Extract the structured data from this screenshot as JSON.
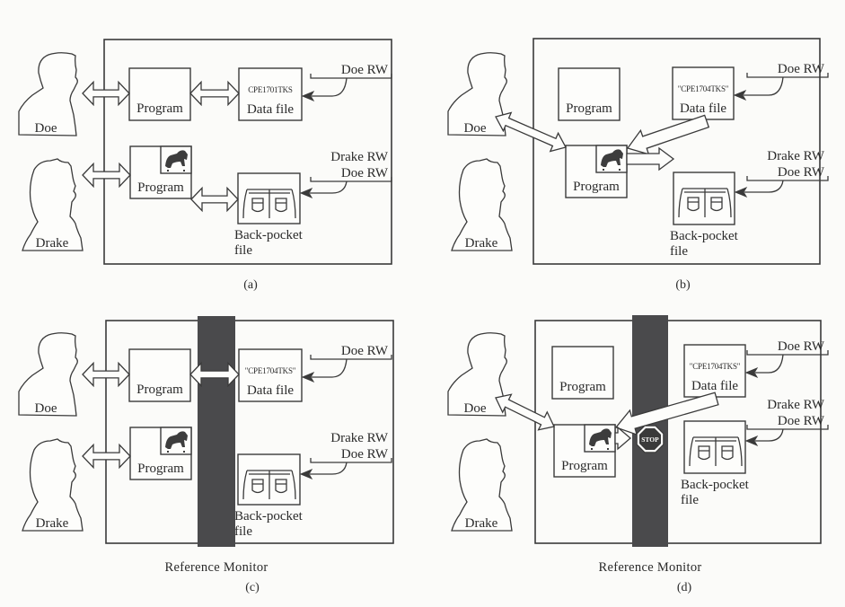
{
  "figure": {
    "description": "Reference monitor illustration: Trojan horse program copying classified data",
    "panels": [
      {
        "id": "a",
        "caption": "(a)",
        "has_reference_monitor": false,
        "reference_monitor_label": "",
        "users": [
          {
            "name": "Doe"
          },
          {
            "name": "Drake"
          }
        ],
        "programs": [
          {
            "label": "Program",
            "has_trojan_icon": false
          },
          {
            "label": "Program",
            "has_trojan_icon": true
          }
        ],
        "data_file": {
          "content": "CPE1701TKS",
          "label": "Data file",
          "acl": [
            "Doe RW"
          ]
        },
        "back_pocket_file": {
          "label_line1": "Back-pocket",
          "label_line2": "file",
          "acl": [
            "Drake RW",
            "Doe RW"
          ]
        },
        "flows": [
          "Doe <-> Program",
          "Program <-> Data file",
          "Drake <-> Program (trojan)",
          "Program (trojan) <-> Back-pocket file"
        ],
        "blocked": false
      },
      {
        "id": "b",
        "caption": "(b)",
        "has_reference_monitor": false,
        "reference_monitor_label": "",
        "users": [
          {
            "name": "Doe"
          },
          {
            "name": "Drake"
          }
        ],
        "programs": [
          {
            "label": "Program",
            "has_trojan_icon": false
          },
          {
            "label": "Program",
            "has_trojan_icon": true
          }
        ],
        "data_file": {
          "content": "\"CPE1704TKS\"",
          "label": "Data file",
          "acl": [
            "Doe RW"
          ]
        },
        "back_pocket_file": {
          "label_line1": "Back-pocket",
          "label_line2": "file",
          "acl": [
            "Drake RW",
            "Doe RW"
          ]
        },
        "flows": [
          "Doe <-> Program (trojan)",
          "Data file -> Program (trojan)",
          "Program (trojan) -> Back-pocket file"
        ],
        "blocked": false
      },
      {
        "id": "c",
        "caption": "(c)",
        "has_reference_monitor": true,
        "reference_monitor_label": "Reference  Monitor",
        "users": [
          {
            "name": "Doe"
          },
          {
            "name": "Drake"
          }
        ],
        "programs": [
          {
            "label": "Program",
            "has_trojan_icon": false
          },
          {
            "label": "Program",
            "has_trojan_icon": true
          }
        ],
        "data_file": {
          "content": "\"CPE1704TKS\"",
          "label": "Data file",
          "acl": [
            "Doe RW"
          ]
        },
        "back_pocket_file": {
          "label_line1": "Back-pocket",
          "label_line2": "file",
          "acl": [
            "Drake RW",
            "Doe RW"
          ]
        },
        "flows": [
          "Doe <-> Program",
          "Program <-> Data file (through monitor)",
          "Drake <-> Program (trojan)"
        ],
        "blocked": false
      },
      {
        "id": "d",
        "caption": "(d)",
        "has_reference_monitor": true,
        "reference_monitor_label": "Reference  Monitor",
        "users": [
          {
            "name": "Doe"
          },
          {
            "name": "Drake"
          }
        ],
        "programs": [
          {
            "label": "Program",
            "has_trojan_icon": false
          },
          {
            "label": "Program",
            "has_trojan_icon": true
          }
        ],
        "data_file": {
          "content": "\"CPE1704TKS\"",
          "label": "Data file",
          "acl": [
            "Doe RW"
          ]
        },
        "back_pocket_file": {
          "label_line1": "Back-pocket",
          "label_line2": "file",
          "acl": [
            "Drake RW",
            "Doe RW"
          ]
        },
        "flows": [
          "Doe <-> Program (trojan)",
          "Data file -> Program (trojan)",
          "Program (trojan) -> STOP"
        ],
        "blocked": true,
        "stop_sign_text": "STOP"
      }
    ]
  }
}
